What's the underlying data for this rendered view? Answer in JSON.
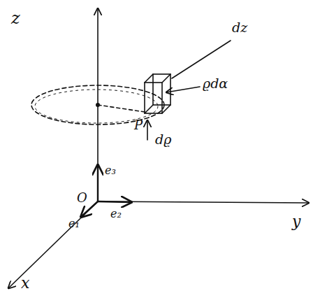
{
  "diagram": {
    "labels": [
      "z",
      "dz",
      "ϱdα",
      "P",
      "dϱ",
      "e₃",
      "O",
      "e₁",
      "e₂",
      "y",
      "x"
    ]
  }
}
